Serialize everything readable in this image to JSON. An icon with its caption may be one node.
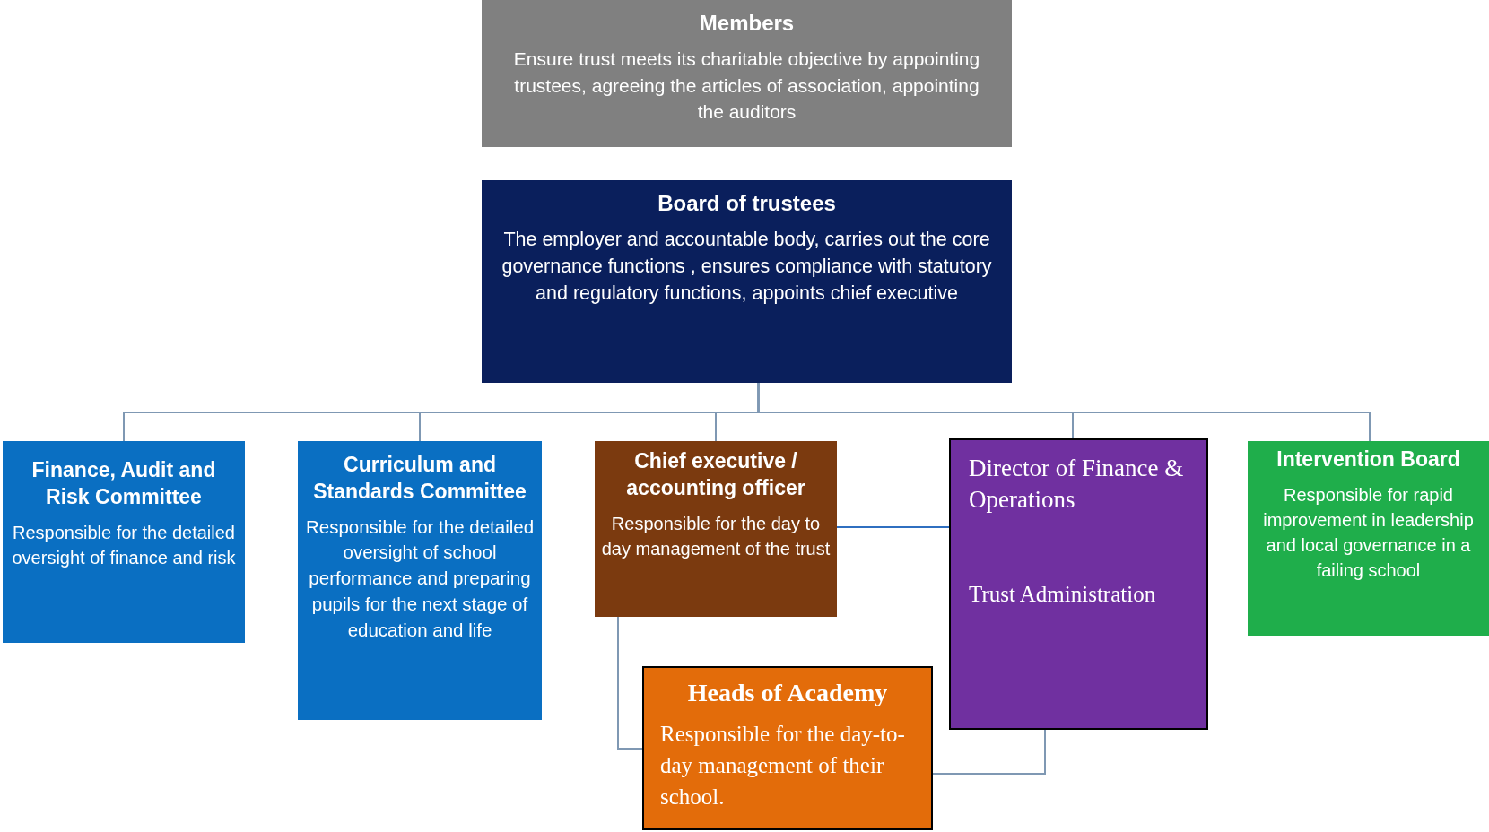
{
  "diagram": {
    "nodes": [
      {
        "text": [
          "Members",
          "Ensure trust meets its charitable objective by appointing trustees, agreeing the articles of association, appointing the auditors"
        ]
      },
      {
        "text": [
          "Board of trustees",
          "The employer and accountable body, carries out the core governance functions , ensures compliance with statutory and regulatory functions, appoints chief executive"
        ]
      },
      {
        "text": [
          "Finance, Audit and Risk Committee",
          "Responsible for the detailed oversight of finance and risk"
        ]
      },
      {
        "text": [
          "Curriculum and Standards Committee",
          "Responsible for the detailed  oversight of school performance and preparing pupils for the next stage of education and life"
        ]
      },
      {
        "text": [
          "Chief executive  / accounting officer",
          "Responsible for  the day to day management of the trust"
        ]
      },
      {
        "text": [
          "Director of Finance & Operations",
          "Trust Administration"
        ]
      },
      {
        "text": [
          "Intervention Board",
          "Responsible for rapid improvement in leadership and local governance in a failing school"
        ]
      },
      {
        "text": [
          "Heads of Academy",
          "Responsible for the day-to-day management of their school."
        ]
      }
    ],
    "edges": [
      {
        "from": 1,
        "to": 2,
        "arrow": "none"
      },
      {
        "from": 1,
        "to": 3,
        "arrow": "none"
      },
      {
        "from": 1,
        "to": 4,
        "arrow": "none"
      },
      {
        "from": 1,
        "to": 5,
        "arrow": "none"
      },
      {
        "from": 1,
        "to": 6,
        "arrow": "none"
      },
      {
        "from": 4,
        "to": 5,
        "arrow": "none",
        "color": "#2f6fc0"
      },
      {
        "from": 4,
        "to": 7,
        "arrow": "none"
      },
      {
        "from": 5,
        "to": 7,
        "arrow": "none"
      }
    ]
  }
}
